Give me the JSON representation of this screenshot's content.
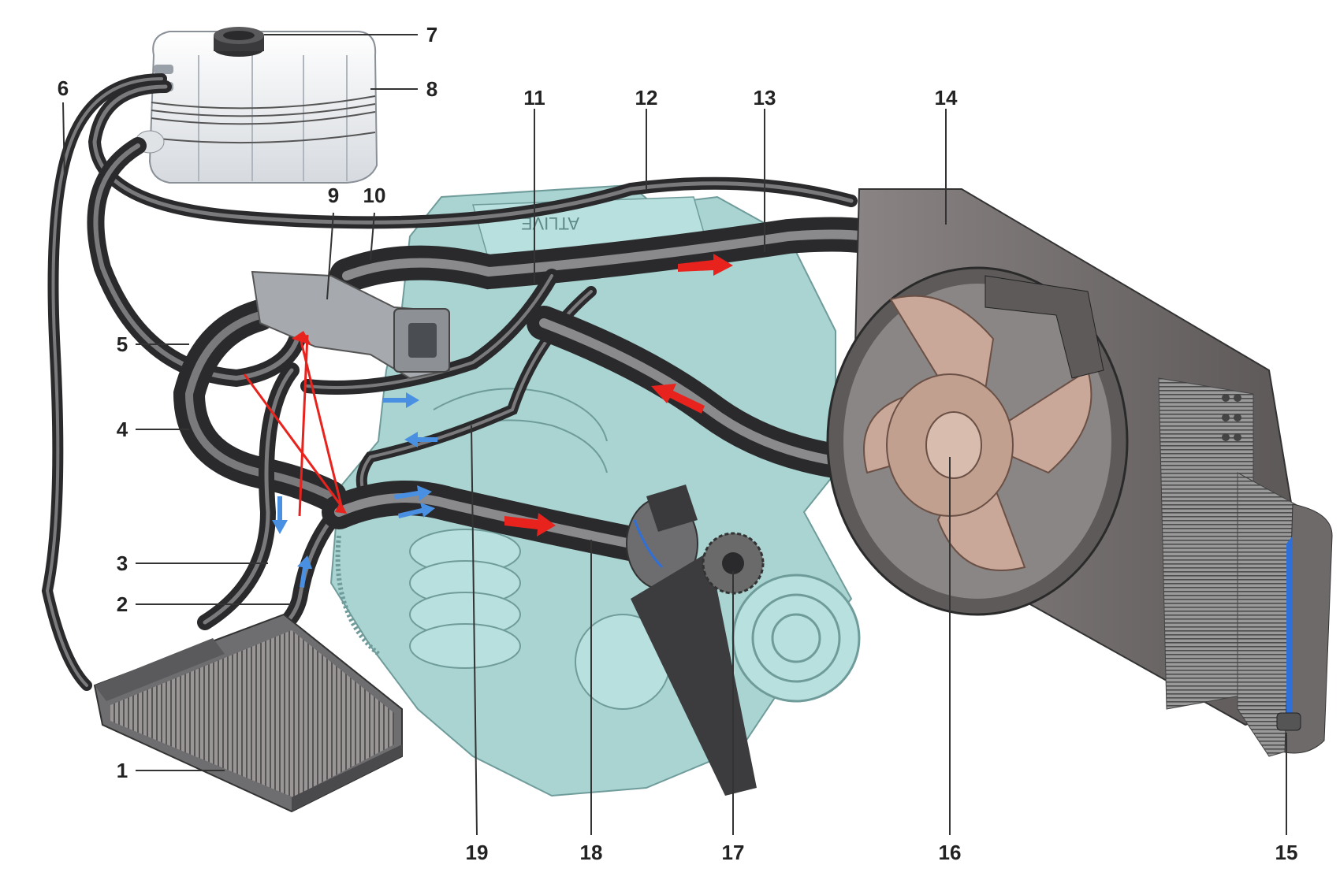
{
  "diagram": {
    "colors": {
      "engine_block": "#a9d4d2",
      "hose": "#4a4a4c",
      "hose_highlight": "#8a8a8c",
      "radiator_frame": "#6e6a6a",
      "fan_blade": "#c9a89a",
      "flow_hot": "#e8231d",
      "flow_cold": "#4a90e2",
      "tank": "#e9ecef",
      "leader_line": "#333333"
    },
    "callouts": [
      {
        "id": "1",
        "text": "1"
      },
      {
        "id": "2",
        "text": "2"
      },
      {
        "id": "3",
        "text": "3"
      },
      {
        "id": "4",
        "text": "4"
      },
      {
        "id": "5",
        "text": "5"
      },
      {
        "id": "6",
        "text": "6"
      },
      {
        "id": "7",
        "text": "7"
      },
      {
        "id": "8",
        "text": "8"
      },
      {
        "id": "9",
        "text": "9"
      },
      {
        "id": "10",
        "text": "10"
      },
      {
        "id": "11",
        "text": "11"
      },
      {
        "id": "12",
        "text": "12"
      },
      {
        "id": "13",
        "text": "13"
      },
      {
        "id": "14",
        "text": "14"
      },
      {
        "id": "15",
        "text": "15"
      },
      {
        "id": "16",
        "text": "16"
      },
      {
        "id": "17",
        "text": "17"
      },
      {
        "id": "18",
        "text": "18"
      },
      {
        "id": "19",
        "text": "19"
      }
    ],
    "engine_cover_text": "ATLIVE",
    "icons": [
      "expansion-tank-icon",
      "radiator-icon",
      "fan-icon",
      "heater-core-icon",
      "water-pump-icon",
      "thermostat-icon"
    ]
  }
}
